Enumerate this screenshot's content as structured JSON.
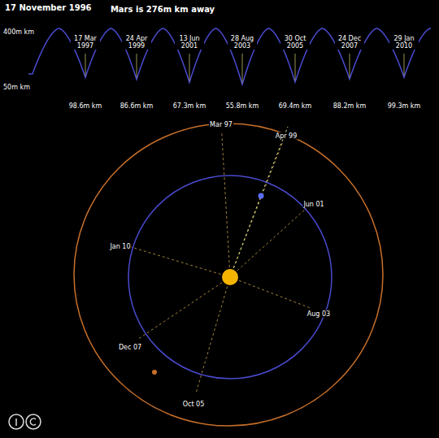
{
  "diagram": {
    "title": "17 November 1996",
    "labels": [
      "Mars is 276m km away",
      "400m km",
      "50m km",
      "17 Mar 1997",
      "24 Apr 1999",
      "13 Jun 2001",
      "28 Aug 2003",
      "30 Oct 2005",
      "24 Dec 2007",
      "29 Jan 2010",
      "98.6m km",
      "86.6m km",
      "67.3m km",
      "55.8m km",
      "69.4m km",
      "88.2m km",
      "99.3m km",
      "Mar 97",
      "Apr 99",
      "Jun 01",
      "Aug 03",
      "Oct 05",
      "Dec 07",
      "Jan 10"
    ]
  }
}
